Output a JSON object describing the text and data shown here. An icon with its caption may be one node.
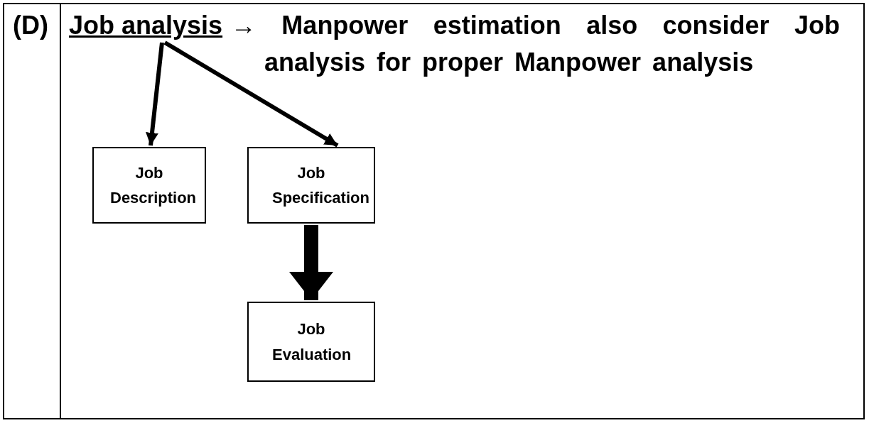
{
  "diagram": {
    "nodes": [
      {
        "text": [
          "Job analysis"
        ]
      },
      {
        "text": [
          "Job Description"
        ]
      },
      {
        "text": [
          "Job Specification"
        ]
      },
      {
        "text": [
          "Job Evaluation"
        ]
      }
    ],
    "edges": [
      {
        "from": 0,
        "to": 1,
        "arrow": "to"
      },
      {
        "from": 0,
        "to": 2,
        "arrow": "to"
      },
      {
        "from": 2,
        "to": 3,
        "arrow": "to",
        "style": "thick"
      }
    ],
    "labels": [
      "(D)",
      "→ Manpower estimation also consider Job analysis for proper Manpower analysis"
    ]
  }
}
